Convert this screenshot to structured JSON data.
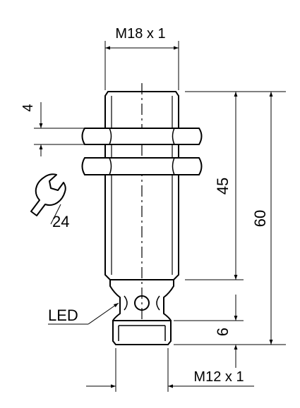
{
  "dimensions": {
    "thread_top": "M18 x 1",
    "nut_thickness": "4",
    "wrench_size": "24",
    "thread_length": "45",
    "total_length": "60",
    "connector_length": "6",
    "thread_bottom": "M12 x 1"
  },
  "callouts": {
    "led": "LED"
  },
  "icons": {
    "wrench": "wrench-icon"
  }
}
